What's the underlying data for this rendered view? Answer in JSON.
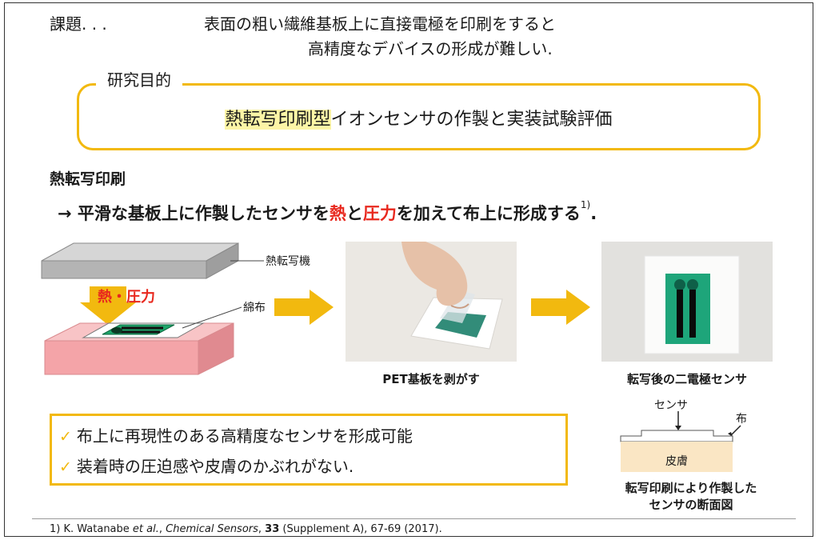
{
  "issue": {
    "label": "課題. . .",
    "line1": "表面の粗い繊維基板上に直接電極を印刷をすると",
    "line2": "高精度なデバイスの形成が難しい."
  },
  "purpose": {
    "label": "研究目的",
    "highlight": "熱転写印刷型",
    "rest": "イオンセンサの作製と実装試験評価"
  },
  "section": {
    "title": "熱転写印刷",
    "arrow": "→",
    "desc_a": "平滑な基板上に作製したセンサを",
    "desc_heat": "熱",
    "desc_and": "と",
    "desc_pressure": "圧力",
    "desc_b": "を加えて布上に形成する",
    "ref_mark": "1)",
    "period": "."
  },
  "diagram": {
    "machine_label": "熱転写機",
    "heat_pressure_label": "熱・圧力",
    "cloth_label": "綿布",
    "photo1_caption": "PET基板を剥がす",
    "photo2_caption": "転写後の二電極センサ"
  },
  "benefits": [
    "布上に再現性のある高精度なセンサを形成可能",
    "装着時の圧迫感や皮膚のかぶれがない."
  ],
  "cross_section": {
    "sensor_label": "センサ",
    "cloth_label": "布",
    "skin_label": "皮膚",
    "caption_line1": "転写印刷により作製した",
    "caption_line2": "センサの断面図"
  },
  "footer": {
    "pre": "1) K. Watanabe ",
    "etal": "et al.",
    "comma1": ", ",
    "journal": "Chemical Sensors",
    "comma2": ", ",
    "volume": "33",
    "rest": " (Supplement A), 67-69 (2017)."
  },
  "colors": {
    "accent": "#f2b90f",
    "red_text": "#e8281e",
    "highlight": "#fcf5a6",
    "sensor_green": "#1ea56a",
    "skin": "#fae6c4",
    "base_pink": "#f4a4a8",
    "machine_gray": "#b4b4b4"
  }
}
